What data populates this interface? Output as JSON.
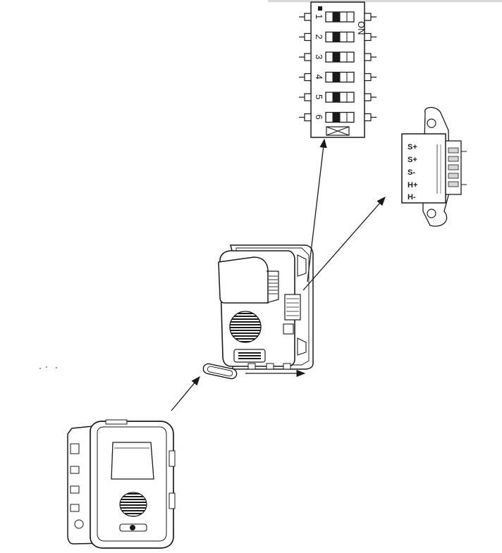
{
  "dip_switch": {
    "on_label": "ON",
    "positions": [
      "1",
      "2",
      "3",
      "4",
      "5",
      "6"
    ],
    "marker_glyph": "X"
  },
  "terminal_block": {
    "terminals": [
      "S+",
      "S+",
      "S-",
      "H+",
      "H-"
    ]
  },
  "icons": {
    "dip": "dip-switch-icon",
    "terminal": "terminal-connector-icon",
    "module": "intercom-module-icon",
    "assembled": "assembled-unit-icon"
  },
  "colors": {
    "line": "#1a1a1a",
    "fill": "#ffffff",
    "shade": "#d6d6d6"
  }
}
